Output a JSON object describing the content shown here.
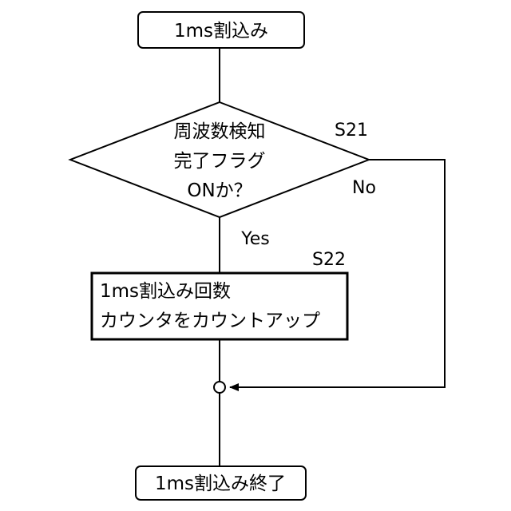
{
  "start": {
    "label": "1ms割込み"
  },
  "decision": {
    "step": "S21",
    "lines": [
      "周波数検知",
      "完了フラグ",
      "ONか？"
    ],
    "yes_label": "Yes",
    "no_label": "No"
  },
  "process": {
    "step": "S22",
    "lines": [
      "1ms割込み回数",
      "カウンタをカウントアップ"
    ]
  },
  "end": {
    "label": "1ms割込み終了"
  }
}
